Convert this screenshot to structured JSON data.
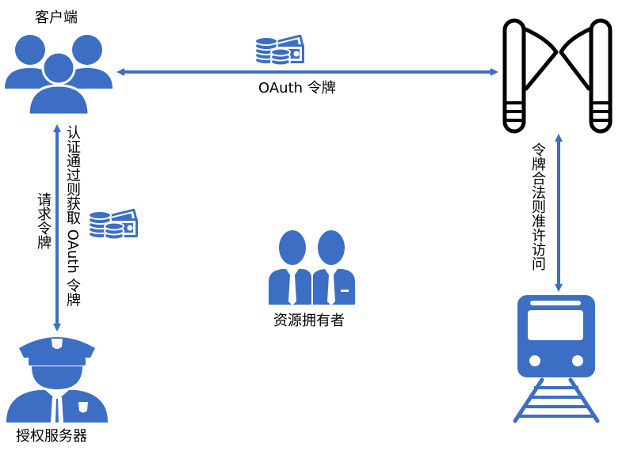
{
  "nodes": {
    "client": "客户端",
    "auth_server": "授权服务器",
    "resource_owner": "资源拥有者"
  },
  "edges": {
    "oauth_token": "OAuth 令牌",
    "request_token": "请求令牌",
    "auth_pass": "认证通过则获取 OAuth 令牌",
    "token_valid": "令牌合法则准许访问"
  },
  "colors": {
    "primary": "#3C6FC4",
    "text": "#000000"
  },
  "icons": {
    "client": "users-group-icon",
    "gate": "turnstile-gate-icon",
    "auth_server": "police-officer-icon",
    "owner": "businessmen-icon",
    "train": "train-icon",
    "money": "money-coins-icon"
  }
}
